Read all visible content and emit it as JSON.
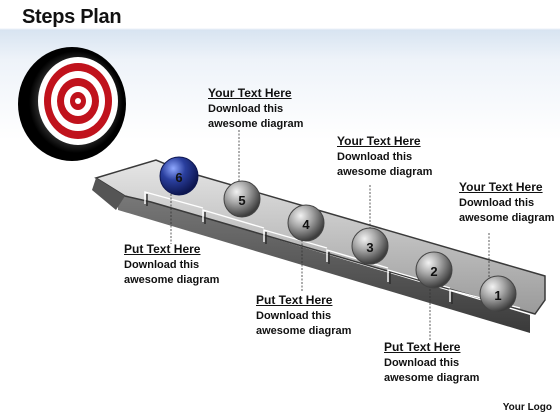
{
  "title": "Steps Plan",
  "steps": [
    {
      "number": "1",
      "highlighted": false
    },
    {
      "number": "2",
      "highlighted": false
    },
    {
      "number": "3",
      "highlighted": false
    },
    {
      "number": "4",
      "highlighted": false
    },
    {
      "number": "5",
      "highlighted": false
    },
    {
      "number": "6",
      "highlighted": true
    }
  ],
  "callouts": [
    {
      "heading": "Your Text Here",
      "line1": "Download this",
      "line2": "awesome diagram"
    },
    {
      "heading": "Put Text Here",
      "line1": "Download this",
      "line2": "awesome diagram"
    },
    {
      "heading": "Your Text Here",
      "line1": "Download this",
      "line2": "awesome diagram"
    },
    {
      "heading": "Put Text Here",
      "line1": "Download this",
      "line2": "awesome diagram"
    },
    {
      "heading": "Your Text Here",
      "line1": "Download this",
      "line2": "awesome diagram"
    },
    {
      "heading": "Put Text Here",
      "line1": "Download this",
      "line2": "awesome diagram"
    }
  ],
  "logo": "Your Logo",
  "colors": {
    "highlight": "#2a3f9e",
    "sphere": "#8c8c8c",
    "target_red": "#c0121c"
  },
  "icons": {
    "target": "target-icon"
  }
}
